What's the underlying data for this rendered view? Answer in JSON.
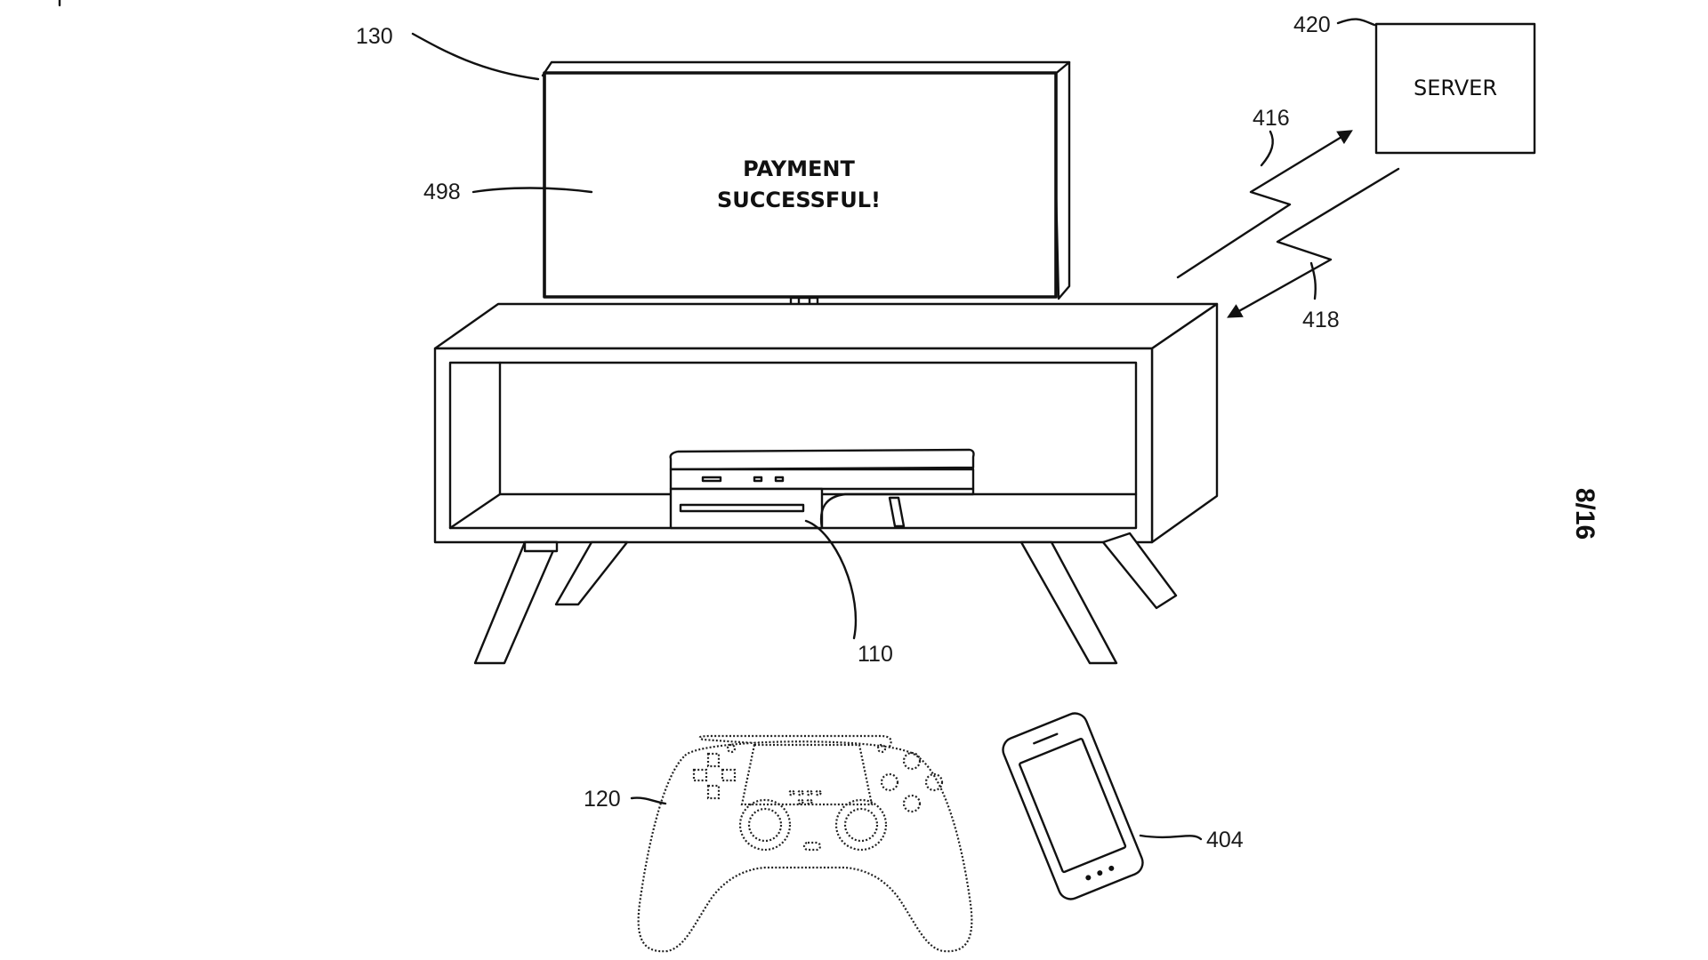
{
  "labels": {
    "display": "130",
    "screen": "498",
    "console": "110",
    "controller": "120",
    "phone": "404",
    "server": "420",
    "uplink": "416",
    "downlink": "418"
  },
  "screen": {
    "line1": "PAYMENT",
    "line2": "SUCCESSFUL!"
  },
  "server": {
    "label": "SERVER"
  },
  "sheet": {
    "number": "8/16"
  },
  "icons": [
    "television",
    "tv-stand",
    "game-console",
    "game-controller",
    "smartphone",
    "server-box",
    "wireless-uplink-arrow",
    "wireless-downlink-arrow"
  ]
}
